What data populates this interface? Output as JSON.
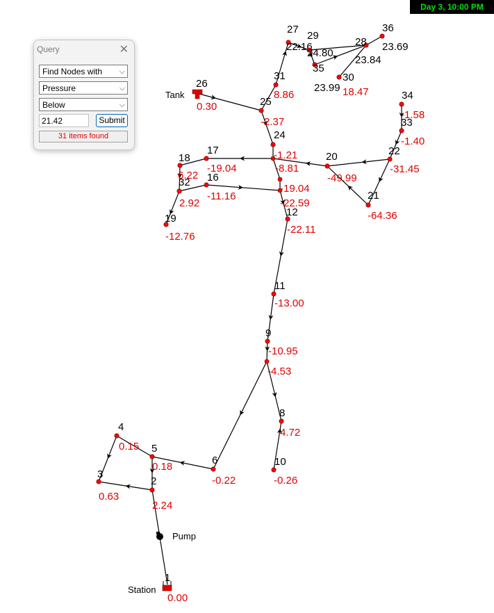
{
  "status_bar": {
    "text": "Day 3, 10:00 PM",
    "color": "#00e000",
    "background": "#000000"
  },
  "query": {
    "title": "Query",
    "close_icon": "close-icon",
    "find_select": "Find Nodes with",
    "param_select": "Pressure",
    "condition_select": "Below",
    "value": "21.42",
    "submit_label": "Submit",
    "result": "31 items found"
  },
  "colors": {
    "node": "#ff0000",
    "value_text": "#e00000",
    "link": "#000000"
  },
  "labels": {
    "tank": "Tank",
    "pump": "Pump",
    "station": "Station"
  },
  "nodes": [
    {
      "id": "1",
      "value": "0.00"
    },
    {
      "id": "2",
      "value": "2.24"
    },
    {
      "id": "3",
      "value": "0.63"
    },
    {
      "id": "4",
      "value": "0.15"
    },
    {
      "id": "5",
      "value": "0.18"
    },
    {
      "id": "6",
      "value": "-0.22"
    },
    {
      "id": "8",
      "value": "4.72"
    },
    {
      "id": "9",
      "value": "-10.95"
    },
    {
      "id": "10",
      "value": "-0.26"
    },
    {
      "id": "11",
      "value": "-13.00"
    },
    {
      "id": "12",
      "value": "-22.11"
    },
    {
      "id": "16",
      "value": "-11.16"
    },
    {
      "id": "17",
      "value": "-19.04"
    },
    {
      "id": "18",
      "value": "6.22"
    },
    {
      "id": "19",
      "value": "-12.76"
    },
    {
      "id": "20",
      "value": "-49.99"
    },
    {
      "id": "21",
      "value": "-64.36"
    },
    {
      "id": "22",
      "value": "-31.45"
    },
    {
      "id": "24",
      "value": "-1.21"
    },
    {
      "id": "25",
      "value": "-2.37"
    },
    {
      "id": "26",
      "value": "0.30"
    },
    {
      "id": "27",
      "value": "22.16"
    },
    {
      "id": "28",
      "value": "23.84"
    },
    {
      "id": "29",
      "value": "24.80"
    },
    {
      "id": "30",
      "value": "18.47"
    },
    {
      "id": "31",
      "value": "8.86"
    },
    {
      "id": "32",
      "value": "2.92"
    },
    {
      "id": "33",
      "value": "-1.40"
    },
    {
      "id": "34",
      "value": "-1.58"
    },
    {
      "id": "35",
      "value": "23.99"
    },
    {
      "id": "36",
      "value": "23.69"
    }
  ],
  "extra_values": [
    "-8.81",
    "-19.04",
    "-22.59",
    "-4.53"
  ],
  "icons": [
    "close-icon",
    "chevron-down-icon",
    "pump-icon",
    "tank-icon",
    "reservoir-icon",
    "flow-arrow-icon"
  ]
}
